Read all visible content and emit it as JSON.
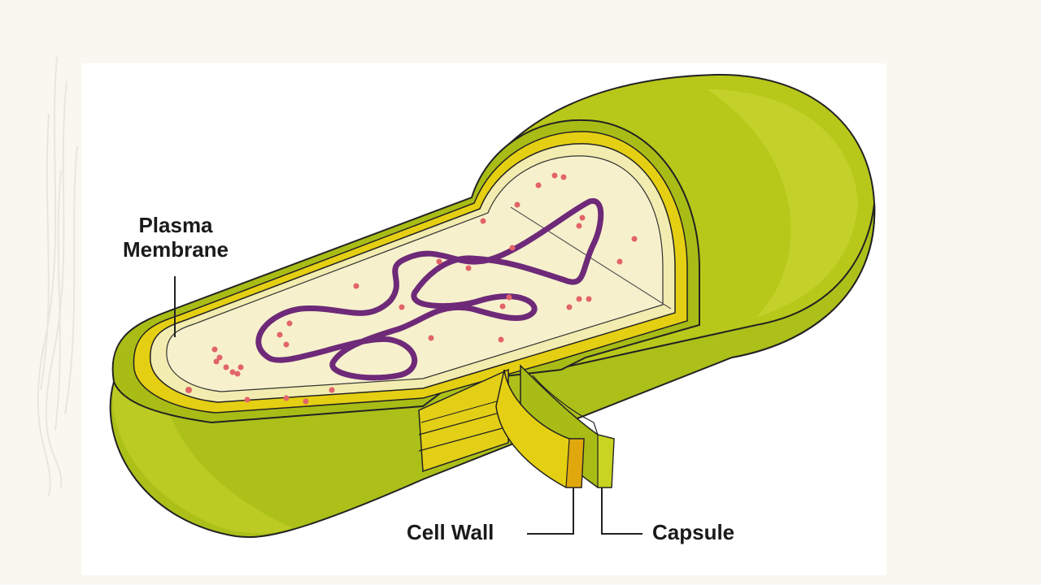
{
  "labels": {
    "plasma_membrane_line1": "Plasma",
    "plasma_membrane_line2": "Membrane",
    "cell_wall": "Cell Wall",
    "capsule": "Capsule"
  },
  "colors": {
    "capsule_outer": "#bccb1c",
    "capsule_dark": "#94a612",
    "cell_wall": "#e6cf14",
    "membrane": "#f3efb6",
    "cytoplasm": "#f7f3cf",
    "dna": "#6e2a78",
    "ribosome": "#e2646a"
  },
  "icons": {
    "decor": "brush-stroke-icon"
  }
}
